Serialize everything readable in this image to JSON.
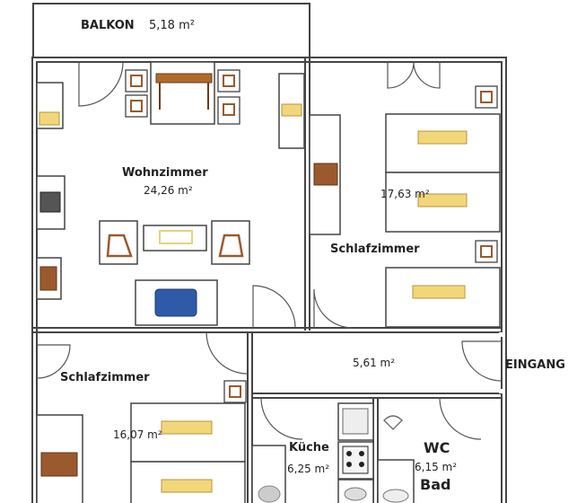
{
  "plan": {
    "balkon": {
      "name": "BALKON",
      "area": "5,18 m²"
    },
    "wohnzimmer": {
      "name": "Wohnzimmer",
      "area": "24,26 m²"
    },
    "schlafzimmer_right": {
      "name": "Schlafzimmer",
      "area": "17,63 m²"
    },
    "schlafzimmer_left": {
      "name": "Schlafzimmer",
      "area": "16,07 m²"
    },
    "flur": {
      "area": "5,61 m²"
    },
    "eingang": {
      "name": "EINGANG"
    },
    "kueche": {
      "name": "Küche",
      "area": "6,25 m²"
    },
    "bad": {
      "name": "WC",
      "name2": "Bad",
      "area": "6,15 m²"
    }
  },
  "colors": {
    "wall": "#444444",
    "bed": "#f2d77a",
    "bed_edge": "#b8953a",
    "wood": "#9b5a2e",
    "sofa": "#2f5aa8",
    "door_line": "#555555"
  },
  "icons": [
    "bed-icon",
    "chair-icon",
    "table-icon",
    "sofa-icon",
    "armchair-icon",
    "cabinet-icon",
    "stove-icon",
    "sink-icon",
    "toilet-icon"
  ]
}
